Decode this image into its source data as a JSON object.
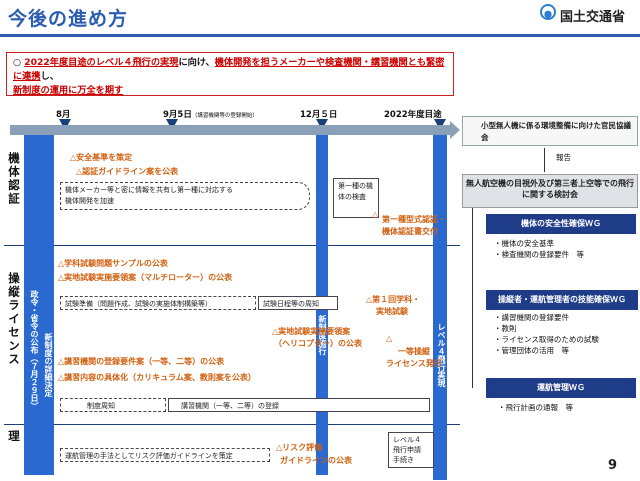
{
  "header": {
    "title": "今後の進め方",
    "org": "国土交通省"
  },
  "summary": {
    "bullet": "○",
    "t1": "2022年度目途のレベル４飛行の実現",
    "t2": "に向け、",
    "t3": "機体開発を担うメーカーや検査機関・講習機関とも緊密に連携",
    "t4": "し、",
    "t5": "新制度の運用に万全を期す"
  },
  "milestones": {
    "m1": "8月",
    "m2": "9月5日",
    "m2note": "（講習機関等の登録開始）",
    "m3": "12月５日",
    "m4": "2022年度目途"
  },
  "sections": {
    "s1": "機体認証",
    "s2": "操縦ライセンス",
    "s3": "運航管理"
  },
  "columns": {
    "c1": "政令・省令の公布（７月２９日）",
    "c2": "新制度の詳細決定",
    "c3": "新制度施行",
    "c4": "レベル４飛行実現"
  },
  "kitai": {
    "a1": "△安全基準を策定",
    "a2": "△認証ガイドライン案を公表",
    "box1": "機体メーカー等と密に情報を共有し第一種に対応する",
    "box1b": "機体開発を加速",
    "box2": "第一種の機体の検査",
    "a3": "△",
    "a3b": "第一種型式認証・",
    "a3c": "機体認証書交付"
  },
  "license": {
    "b1": "△学科試験問題サンプルの公表",
    "b2": "△実地試験実施要領案（マルチローター）の公表",
    "box1": "試験準備（問題作成、試験の実施体制構築等）",
    "box2": "試験日程等の周知",
    "b3": "△第１回学科・",
    "b3b": "実地試験",
    "b4": "△実地試験実施要領案",
    "b4b": "（ヘリコプター）の公表",
    "b5": "△",
    "b5b": "一等操縦",
    "b5c": "ライセンス発行",
    "b6": "△講習機関の登録要件案（一等、二等）の公表",
    "b7": "△講習内容の具体化（カリキュラム案、教則案を公表）",
    "box3": "制度周知",
    "box4": "講習機関（一等、二等）の登録"
  },
  "unko": {
    "box1": "運航管理の手法としてリスク評価ガイドラインを策定",
    "c1": "△リスク評価",
    "c1b": "ガイドラインの公表",
    "box2a": "レベル４",
    "box2b": "飛行申請",
    "box2c": "手続き"
  },
  "right": {
    "top": "小型無人機に係る環境整備に向けた官民協議会",
    "report": "報告",
    "mid": "無人航空機の目視外及び第三者上空等での飛行に関する検討会",
    "wg1": "機体の安全性確保ＷＧ",
    "wg1items": [
      "・機体の安全基準",
      "・検査機関の登録要件　等"
    ],
    "wg2": "操縦者・運航管理者の技能確保ＷＧ",
    "wg2items": [
      "・講習機関の登録要件",
      "・教則",
      "・ライセンス取得のための試験",
      "・管理団体の活用　等"
    ],
    "wg3": "運航管理ＷＧ",
    "wg3items": [
      "・飛行計画の通報　等"
    ]
  },
  "page": "9"
}
